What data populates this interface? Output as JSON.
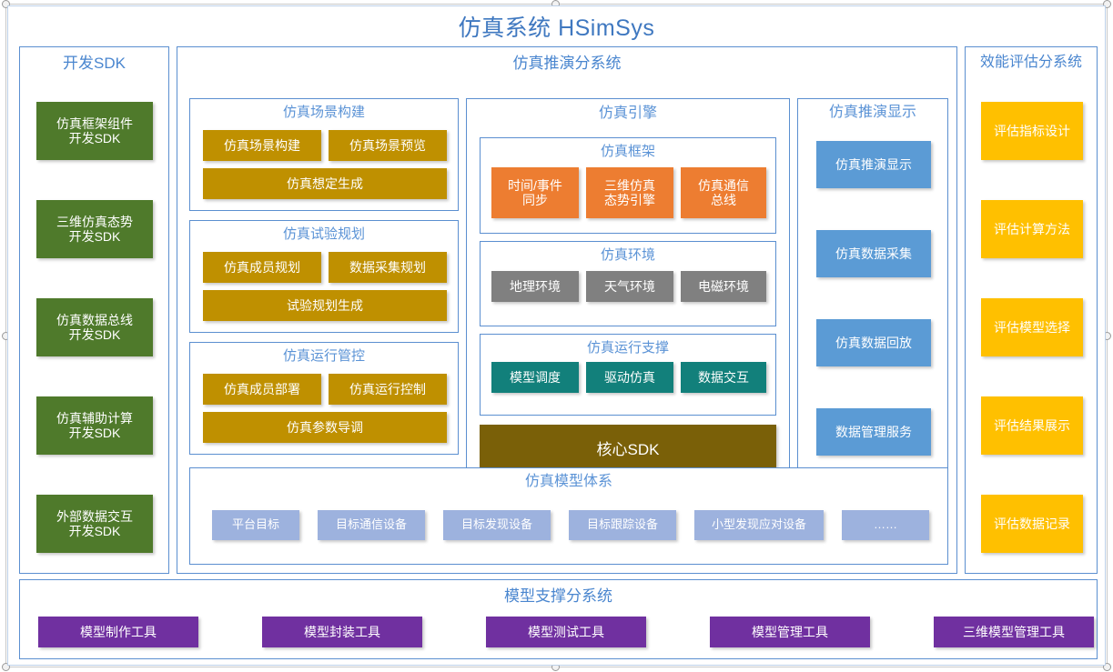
{
  "title": "仿真系统 HSimSys",
  "colors": {
    "title_blue": "#3f78c0",
    "panel_border": "#5b8fd0",
    "sdk_green": "#4F7A2B",
    "gold": "#BF9000",
    "orange": "#ED7D31",
    "gray": "#808080",
    "teal": "#12807B",
    "core_olive": "#7A6008",
    "display_blue": "#5B9BD5",
    "eval_amber": "#FFC000",
    "model_lilac": "#9DB2DE",
    "tool_purple": "#7030A0"
  },
  "sdk": {
    "title": "开发SDK",
    "items": [
      {
        "label": "仿真框架组件\n开发SDK",
        "line1": "仿真框架组件",
        "line2": "开发SDK"
      },
      {
        "label": "三维仿真态势\n开发SDK",
        "line1": "三维仿真态势",
        "line2": "开发SDK"
      },
      {
        "label": "仿真数据总线\n开发SDK",
        "line1": "仿真数据总线",
        "line2": "开发SDK"
      },
      {
        "label": "仿真辅助计算\n开发SDK",
        "line1": "仿真辅助计算",
        "line2": "开发SDK"
      },
      {
        "label": "外部数据交互\n开发SDK",
        "line1": "外部数据交互",
        "line2": "开发SDK"
      }
    ]
  },
  "deduction": {
    "title": "仿真推演分系统",
    "scene": {
      "title": "仿真场景构建",
      "row1": [
        "仿真场景构建",
        "仿真场景预览"
      ],
      "row2": [
        "仿真想定生成"
      ]
    },
    "plan": {
      "title": "仿真试验规划",
      "row1": [
        "仿真成员规划",
        "数据采集规划"
      ],
      "row2": [
        "试验规划生成"
      ]
    },
    "runctl": {
      "title": "仿真运行管控",
      "row1": [
        "仿真成员部署",
        "仿真运行控制"
      ],
      "row2": [
        "仿真参数导调"
      ]
    },
    "engine": {
      "title": "仿真引擎",
      "framework": {
        "title": "仿真框架",
        "items": [
          {
            "line1": "时间/事件",
            "line2": "同步"
          },
          {
            "line1": "三维仿真",
            "line2": "态势引擎"
          },
          {
            "line1": "仿真通信",
            "line2": "总线"
          }
        ]
      },
      "environment": {
        "title": "仿真环境",
        "items": [
          "地理环境",
          "天气环境",
          "电磁环境"
        ]
      },
      "runtime": {
        "title": "仿真运行支撑",
        "items": [
          "模型调度",
          "驱动仿真",
          "数据交互"
        ]
      },
      "core_sdk": "核心SDK"
    },
    "display": {
      "title": "仿真推演显示",
      "items": [
        "仿真推演显示",
        "仿真数据采集",
        "仿真数据回放",
        "数据管理服务"
      ]
    },
    "model_system": {
      "title": "仿真模型体系",
      "items": [
        "平台目标",
        "目标通信设备",
        "目标发现设备",
        "目标跟踪设备",
        "小型发现应对设备",
        "……"
      ]
    }
  },
  "evaluation": {
    "title": "效能评估分系统",
    "items": [
      "评估指标设计",
      "评估计算方法",
      "评估模型选择",
      "评估结果展示",
      "评估数据记录"
    ]
  },
  "support": {
    "title": "模型支撑分系统",
    "items": [
      "模型制作工具",
      "模型封装工具",
      "模型测试工具",
      "模型管理工具",
      "三维模型管理工具"
    ]
  }
}
